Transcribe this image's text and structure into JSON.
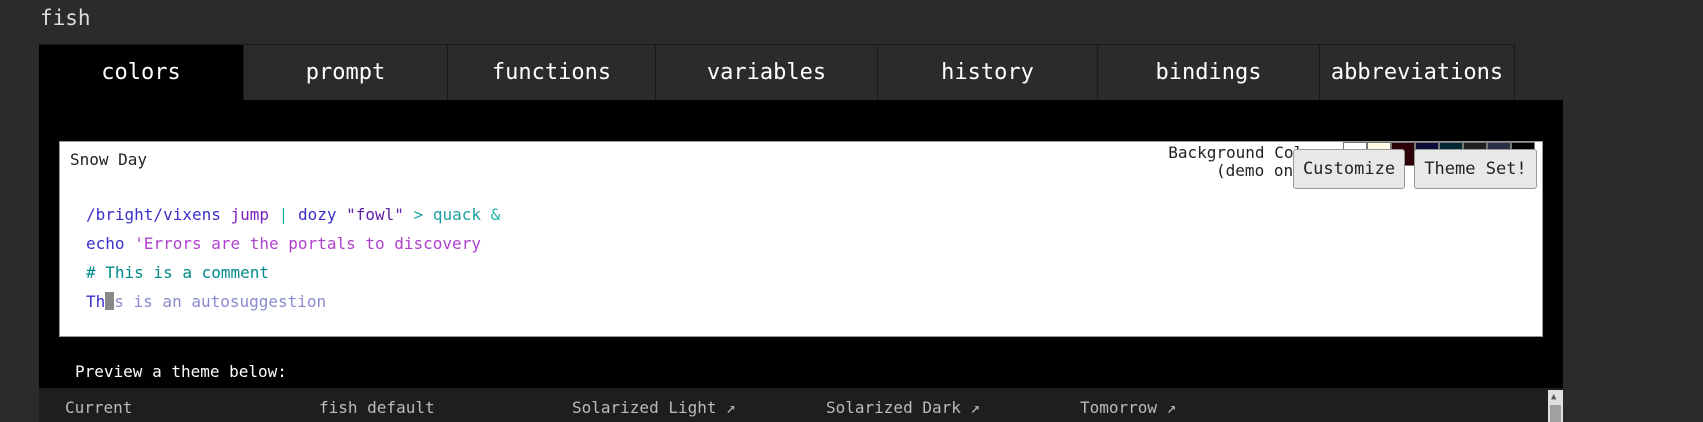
{
  "app": {
    "title": "fish"
  },
  "tabs": [
    {
      "label": "colors",
      "active": true
    },
    {
      "label": "prompt"
    },
    {
      "label": "functions"
    },
    {
      "label": "variables"
    },
    {
      "label": "history"
    },
    {
      "label": "bindings"
    },
    {
      "label": "abbreviations"
    }
  ],
  "demo": {
    "theme_name": "Snow Day",
    "bg_label_line1": "Background Color:",
    "bg_label_line2": "(demo only)",
    "swatch_colors": [
      "#ffffff",
      "#fffbe6",
      "#2d0008",
      "#0d0b3a",
      "#002633",
      "#202020",
      "#2a3045",
      "#000000"
    ],
    "line1": {
      "cmd": "/bright/vixens",
      "arg": "jump",
      "pipe": "|",
      "cmd2": "dozy",
      "quote": "\"fowl\"",
      "redir": ">",
      "arg2": "quack",
      "amp": "&"
    },
    "line2": {
      "cmd": "echo",
      "str": "'Errors are the portals to discovery"
    },
    "line3": {
      "comment": "# This is a comment"
    },
    "line4": {
      "typed": "Th",
      "suggest": "s is an autosuggestion"
    },
    "colors": {
      "command": "#3b2fc9",
      "param": "#7a1fb7",
      "operator": "#20b2aa",
      "quote": "#5c1fa6",
      "redirection": "#20a0a0",
      "string": "#b040d0",
      "comment": "#008b8b",
      "autosuggest": "#8a8ad0"
    },
    "customize_label": "Customize",
    "theme_set_label": "Theme Set!"
  },
  "preview": {
    "label": "Preview a theme below:",
    "themes": [
      "Current",
      "fish default",
      "Solarized Light ↗",
      "Solarized Dark ↗",
      "Tomorrow ↗"
    ]
  }
}
